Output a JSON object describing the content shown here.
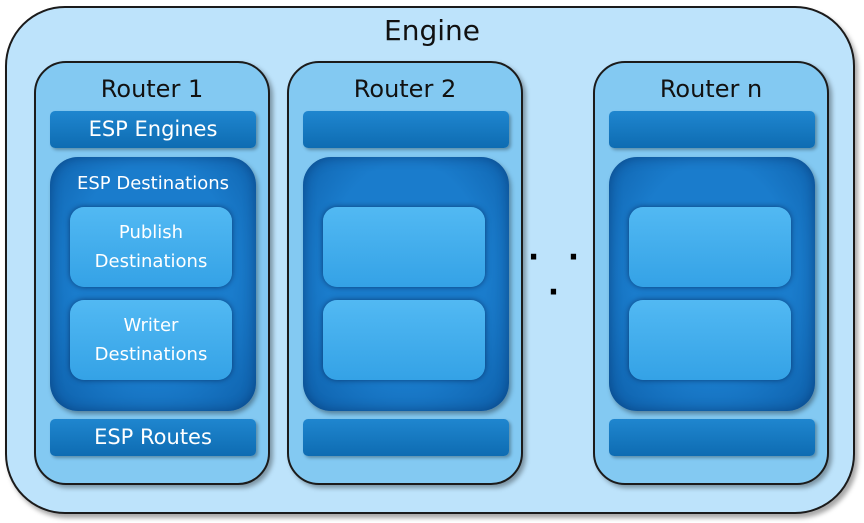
{
  "engine": {
    "title": "Engine"
  },
  "routers": [
    {
      "title": "Router 1",
      "top_bar": "ESP Engines",
      "destinations_title": "ESP Destinations",
      "inner_a": "Publish\nDestinations",
      "inner_b": "Writer\nDestinations",
      "bottom_bar": "ESP Routes"
    },
    {
      "title": "Router 2",
      "top_bar": "",
      "destinations_title": "",
      "inner_a": "",
      "inner_b": "",
      "bottom_bar": ""
    },
    {
      "title": "Router n",
      "top_bar": "",
      "destinations_title": "",
      "inner_a": "",
      "inner_b": "",
      "bottom_bar": ""
    }
  ],
  "ellipsis": "· · ·",
  "colors": {
    "engine_fill": "#bde3fb",
    "router_fill": "#83c9f2",
    "bar_fill": "#1a7bc4",
    "destinations_fill": "#1a7ccc",
    "inner_fill": "#45aeee"
  }
}
